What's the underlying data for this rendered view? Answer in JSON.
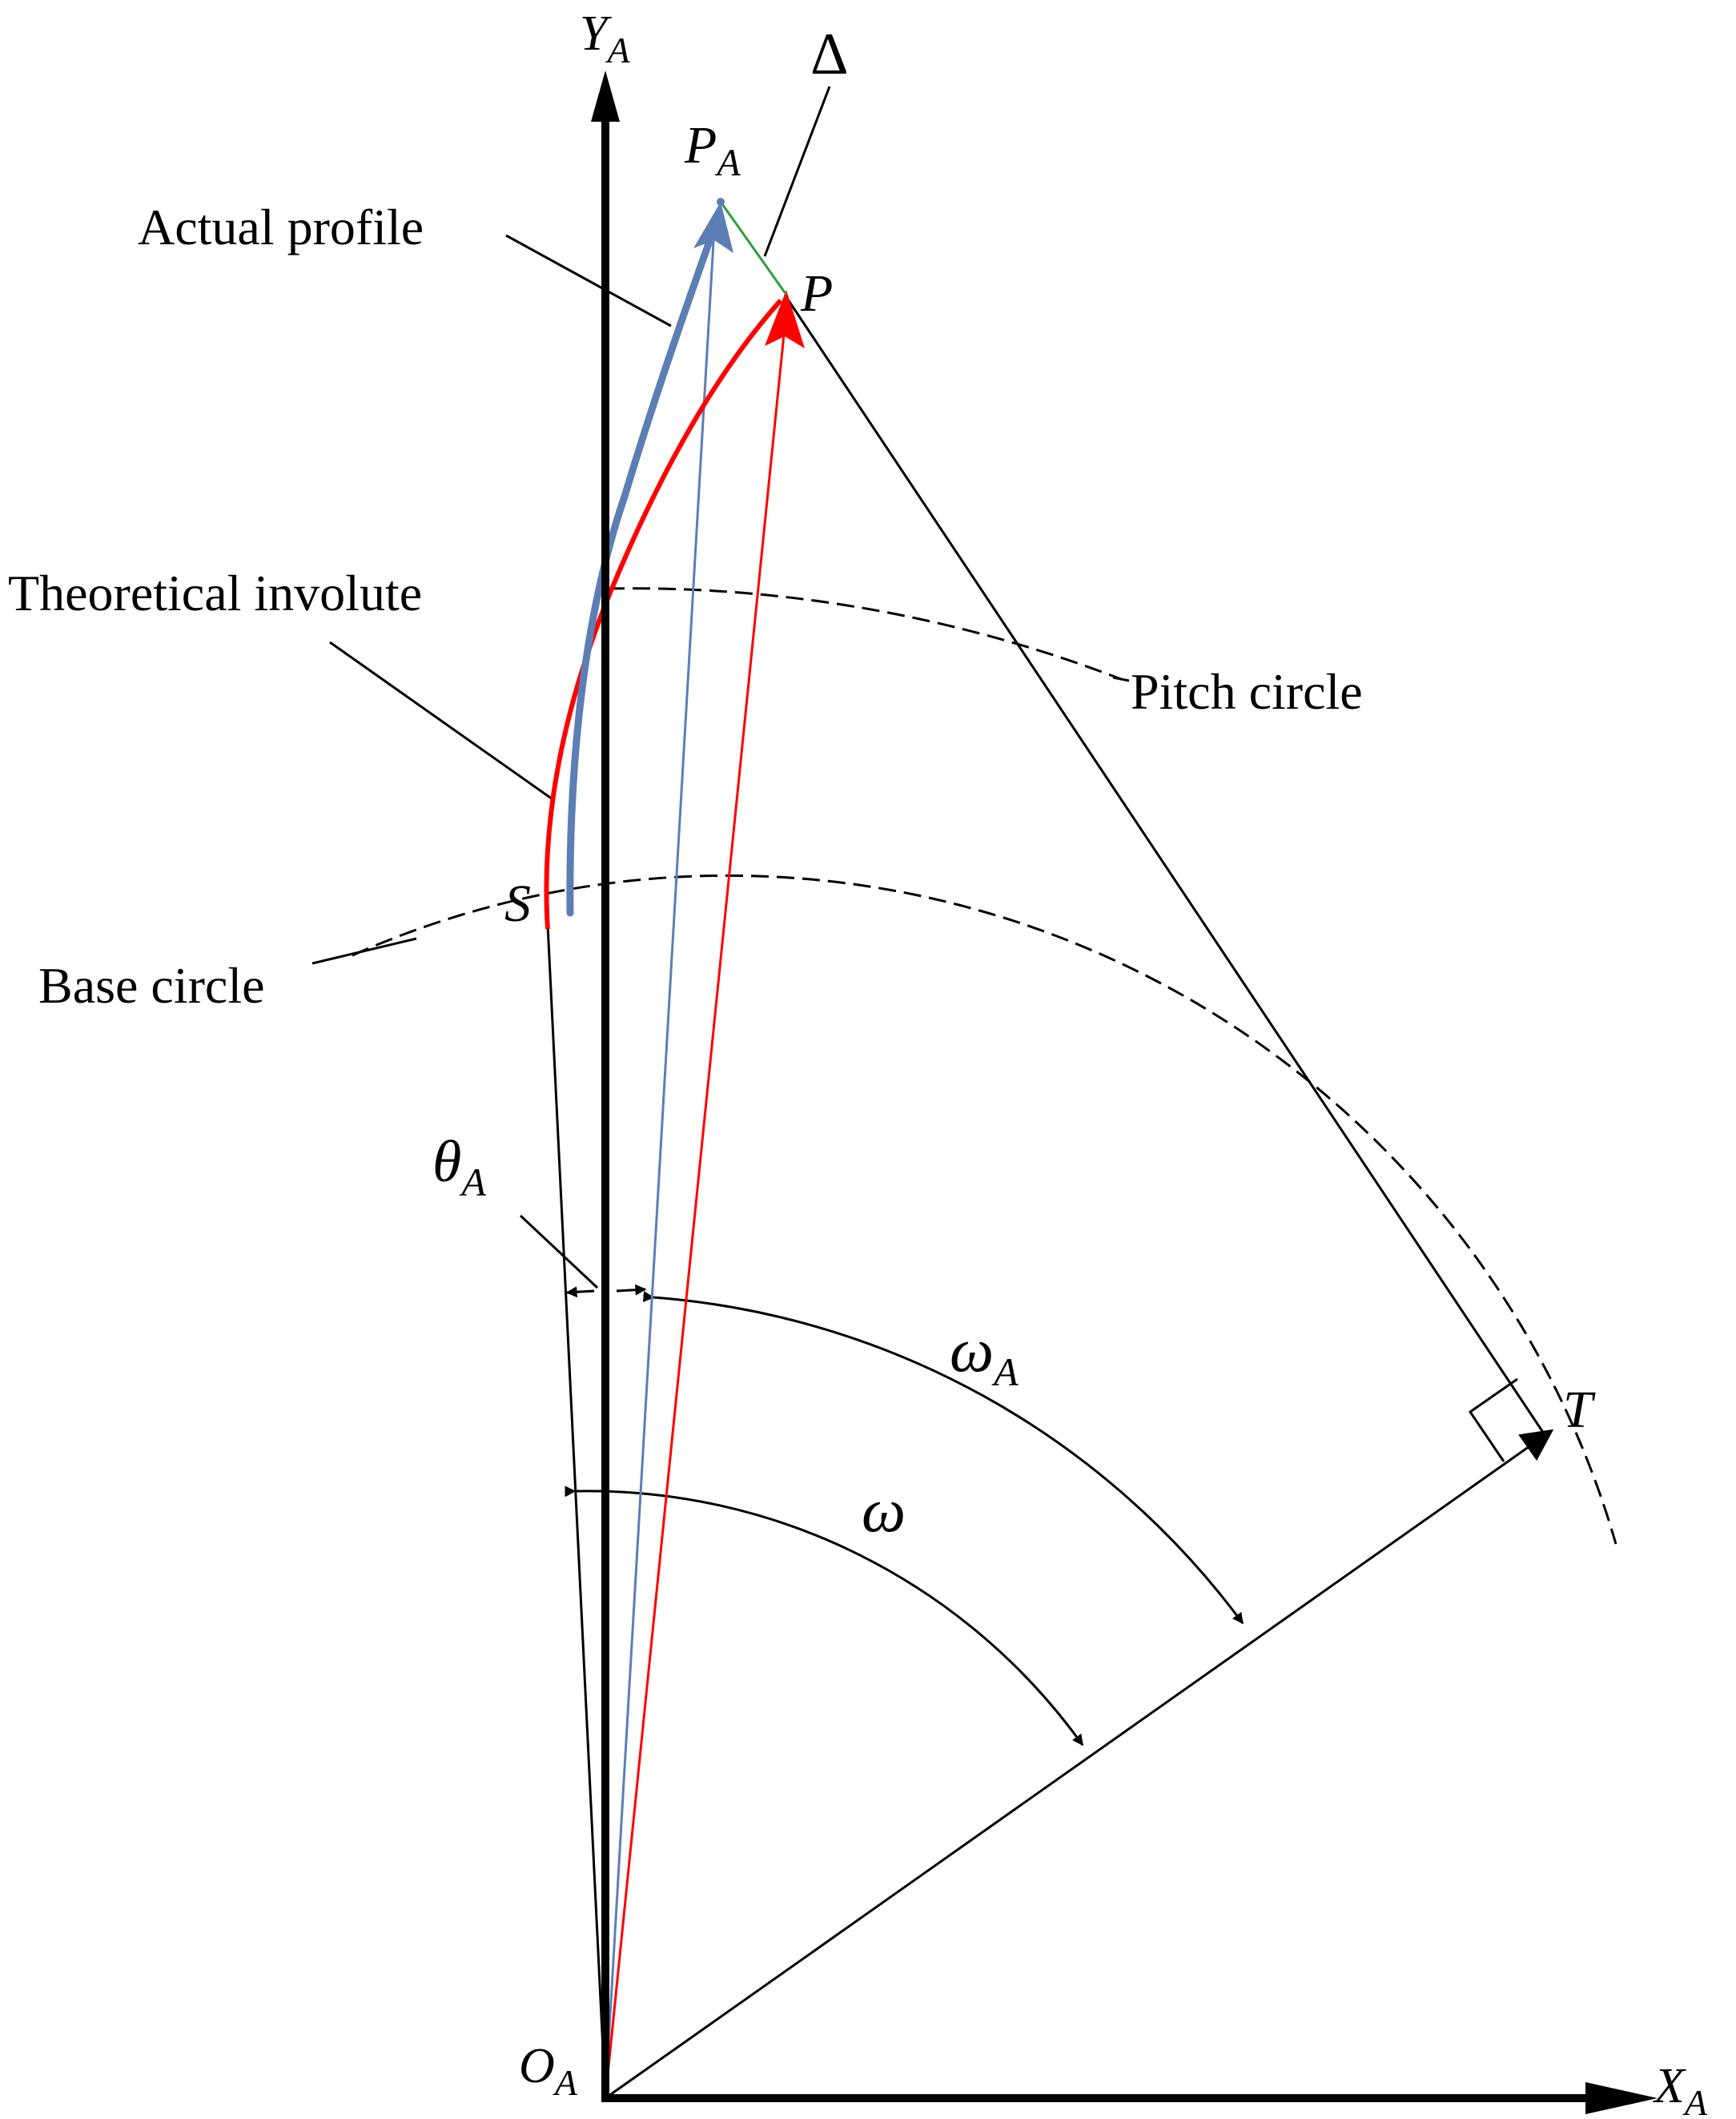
{
  "axes": {
    "y": {
      "main": "Y",
      "sub": "A"
    },
    "x": {
      "main": "X",
      "sub": "A"
    },
    "origin": {
      "main": "O",
      "sub": "A"
    }
  },
  "points": {
    "pa": {
      "main": "P",
      "sub": "A"
    },
    "p": "P",
    "s": "S",
    "t": "T",
    "delta": "Δ"
  },
  "labels": {
    "actual_profile": "Actual profile",
    "theoretical_involute": "Theoretical involute",
    "pitch_circle": "Pitch circle",
    "base_circle": "Base circle"
  },
  "angles": {
    "theta_a": {
      "main": "θ",
      "sub": "A"
    },
    "omega_a": {
      "main": "ω",
      "sub": "A"
    },
    "omega": "ω"
  },
  "colors": {
    "actual_profile": "#5b7fb5",
    "theoretical_involute": "#ff0000",
    "delta_segment": "#2e9e3e",
    "lines": "#000000"
  }
}
